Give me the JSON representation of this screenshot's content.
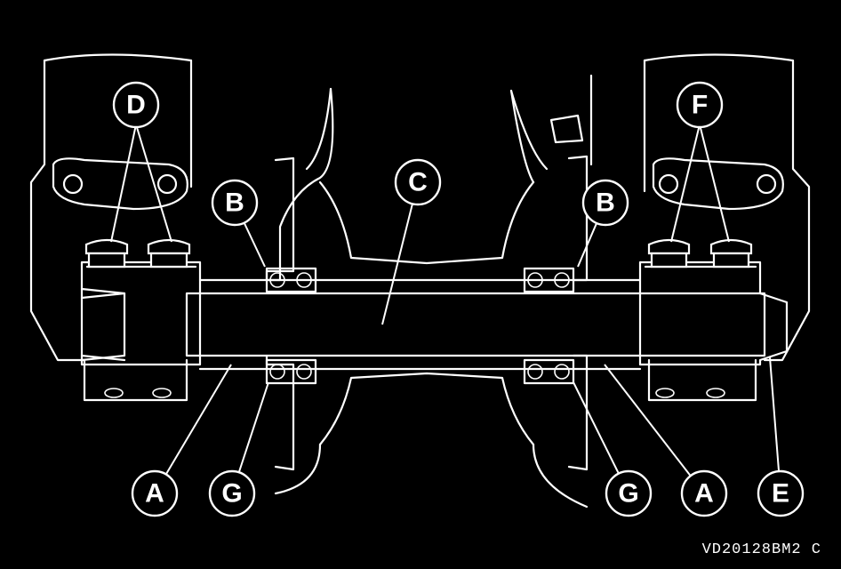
{
  "callouts": {
    "A": "A",
    "B": "B",
    "C": "C",
    "D": "D",
    "E": "E",
    "F": "F",
    "G": "G"
  },
  "reference_code": "VD20128BM2  C",
  "colors": {
    "background": "#000000",
    "line": "#ffffff"
  }
}
